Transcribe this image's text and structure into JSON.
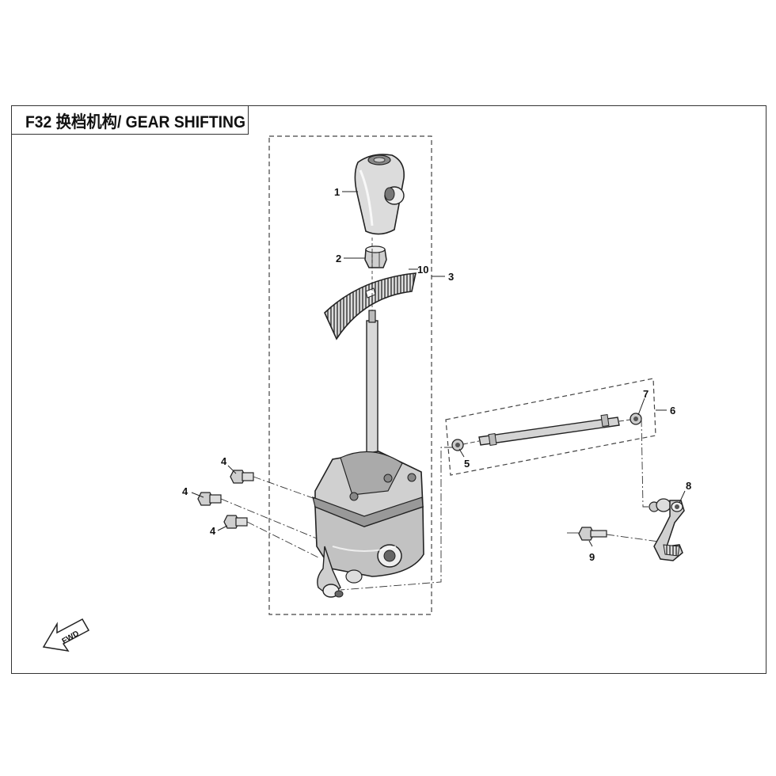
{
  "diagram": {
    "title": "F32 换档机构/ GEAR SHIFTING",
    "direction_arrow_label": "FWD",
    "callouts": [
      {
        "id": "c1",
        "label": "1"
      },
      {
        "id": "c2",
        "label": "2"
      },
      {
        "id": "c3",
        "label": "3"
      },
      {
        "id": "c4a",
        "label": "4"
      },
      {
        "id": "c4b",
        "label": "4"
      },
      {
        "id": "c4c",
        "label": "4"
      },
      {
        "id": "c5",
        "label": "5"
      },
      {
        "id": "c6",
        "label": "6"
      },
      {
        "id": "c7",
        "label": "7"
      },
      {
        "id": "c8",
        "label": "8"
      },
      {
        "id": "c9",
        "label": "9"
      },
      {
        "id": "c10",
        "label": "10"
      }
    ],
    "colors": {
      "line": "#222222",
      "shade": "#bfbfbf",
      "light": "#e6e6e6",
      "dark": "#555555"
    }
  }
}
